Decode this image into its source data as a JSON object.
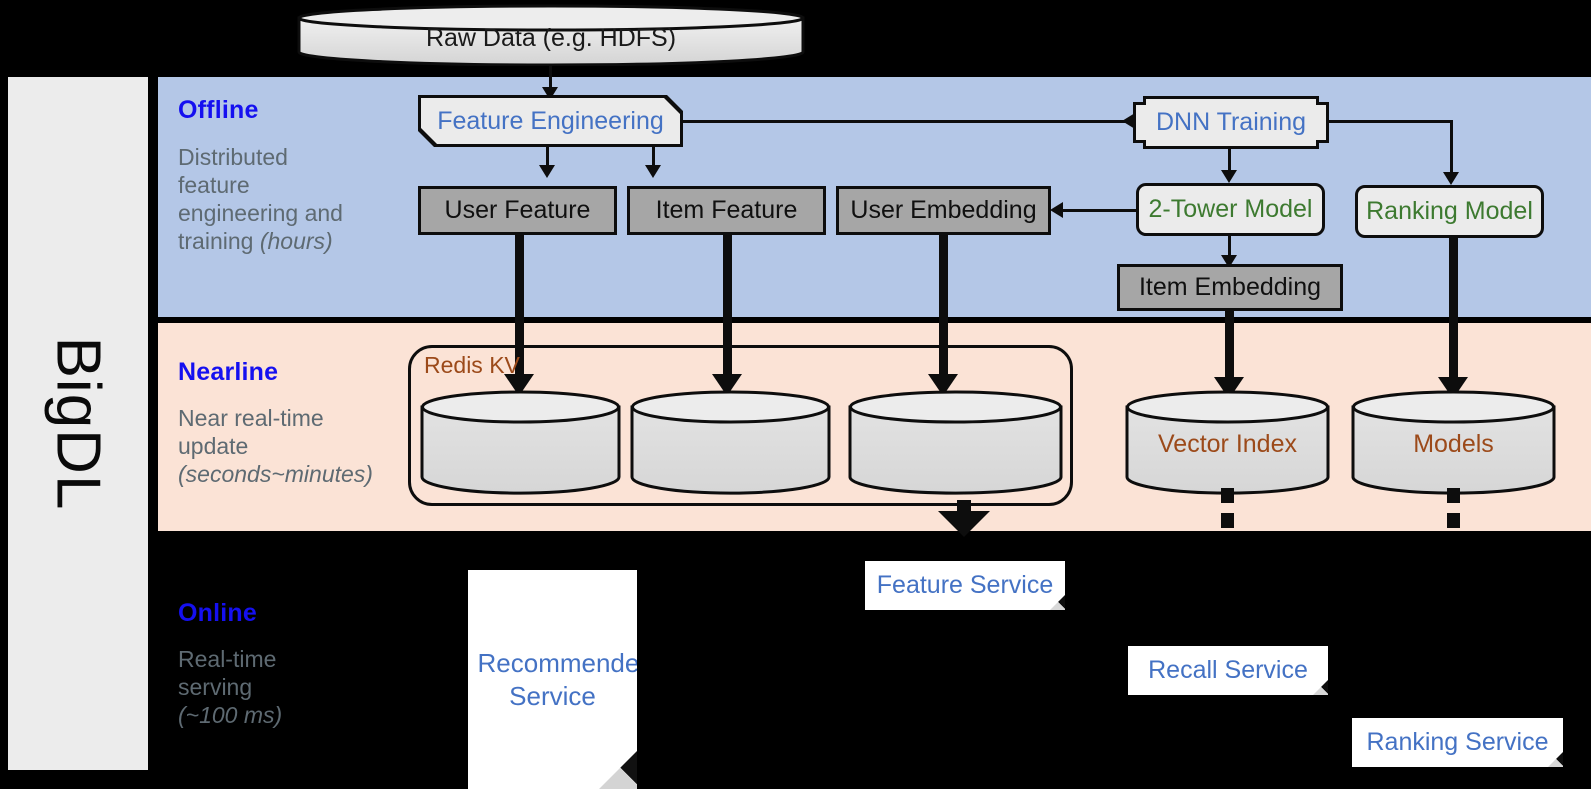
{
  "platform": {
    "name": "BigDL"
  },
  "source": {
    "label": "Raw Data (e.g. HDFS)"
  },
  "bands": [
    {
      "id": "offline",
      "title": "Offline",
      "desc_line1": "Distributed",
      "desc_line2": "feature",
      "desc_line3": "engineering and",
      "desc_line4": "training ",
      "desc_em": "(hours)"
    },
    {
      "id": "nearline",
      "title": "Nearline",
      "desc_line1": "Near real-time",
      "desc_line2": "update",
      "desc_em": "(seconds~minutes)"
    },
    {
      "id": "online",
      "title": "Online",
      "desc_line1": "Real-time",
      "desc_line2": "serving",
      "desc_em": "(~100 ms)"
    }
  ],
  "offline": {
    "feature_engineering": "Feature Engineering",
    "dnn_training": "DNN Training",
    "user_feature": "User Feature",
    "item_feature": "Item Feature",
    "user_embedding": "User Embedding",
    "two_tower_model": "2-Tower Model",
    "ranking_model": "Ranking Model",
    "item_embedding": "Item Embedding"
  },
  "nearline": {
    "redis_kv": "Redis KV",
    "store_1": "",
    "store_2": "",
    "store_3": "",
    "vector_index": "Vector Index",
    "models": "Models"
  },
  "online": {
    "recommender_service": "Recommender Service",
    "feature_service": "Feature Service",
    "recall_service": "Recall Service",
    "ranking_service": "Ranking Service"
  },
  "colors": {
    "offline_band": "#b4c7e7",
    "nearline_band": "#fbe3d6",
    "online_band": "#000000",
    "band_title": "#1510f0",
    "blue_text": "#4472c4",
    "green_text": "#3d7a30",
    "brown_text": "#9c4a1a",
    "gray_box": "#a6a6a6",
    "proc_box": "#ebebeb",
    "rail": "#ececec"
  }
}
